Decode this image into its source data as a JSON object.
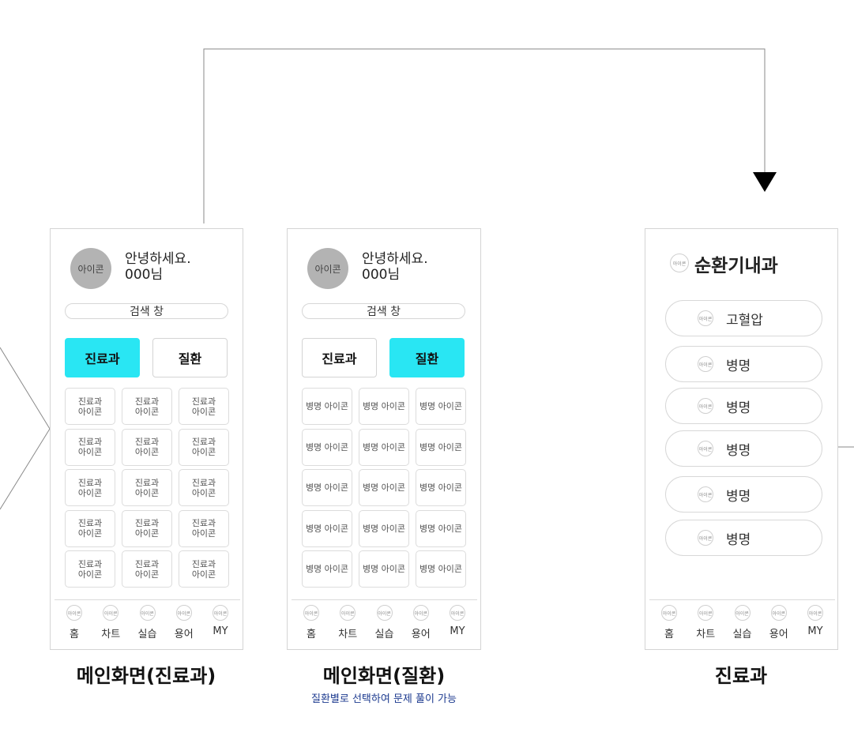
{
  "screens": {
    "main_dept": {
      "avatar": "아이콘",
      "greeting_line1": "안녕하세요.",
      "greeting_line2": "000님",
      "search": "검색 창",
      "tabs": [
        "진료과",
        "질환"
      ],
      "active_tab": 0,
      "cell_label": "진료과\n아이콘",
      "caption": "메인화면(진료과)"
    },
    "main_disease": {
      "avatar": "아이콘",
      "greeting_line1": "안녕하세요.",
      "greeting_line2": "000님",
      "search": "검색 창",
      "tabs": [
        "진료과",
        "질환"
      ],
      "active_tab": 1,
      "cell_label": "병명 아이콘",
      "caption": "메인화면(질환)",
      "subcaption": "질환별로 선택하여 문제 풀이 가능"
    },
    "dept_detail": {
      "header_icon": "아이콘",
      "title": "순환기내과",
      "items": [
        "고혈압",
        "병명",
        "병명",
        "병명",
        "병명",
        "병명"
      ],
      "item_icon": "아이콘",
      "caption": "진료과"
    }
  },
  "bottom_nav": {
    "icon_label": "아이콘",
    "items": [
      "홈",
      "차트",
      "실습",
      "용어",
      "MY"
    ]
  },
  "colors": {
    "accent": "#29e6f3",
    "subcaption": "#1c3a8f"
  }
}
